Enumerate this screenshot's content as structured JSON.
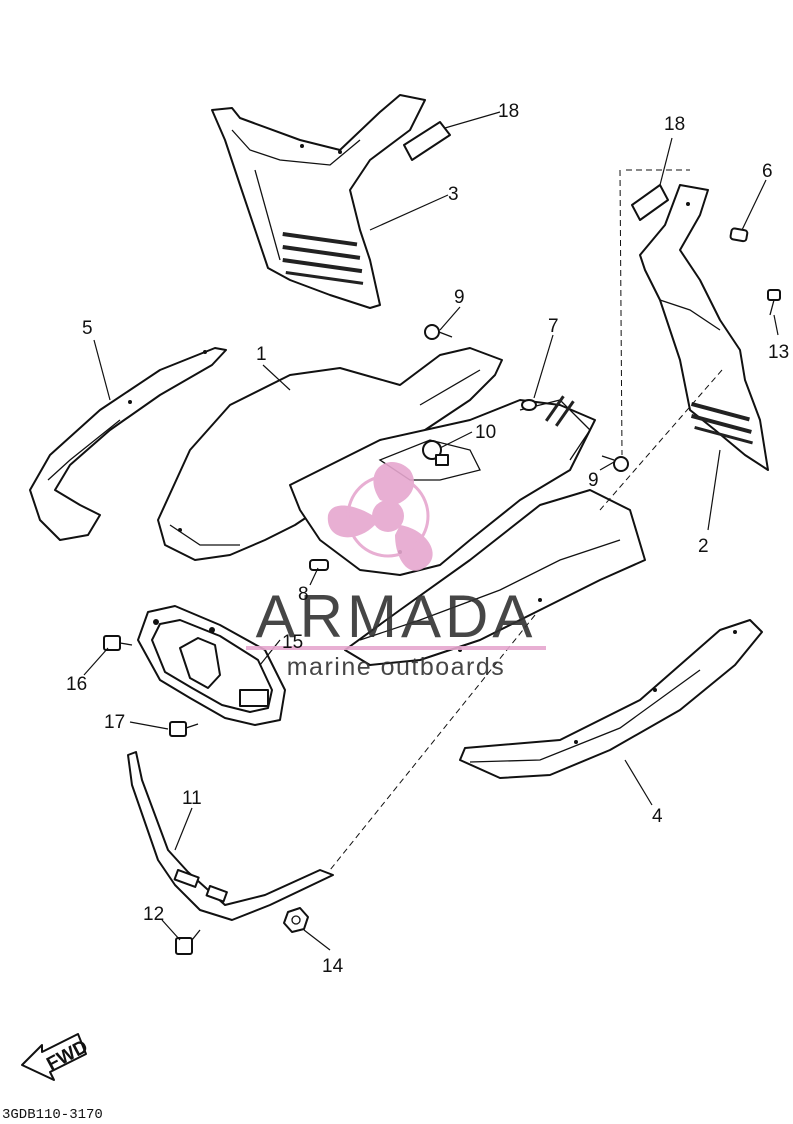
{
  "watermark": {
    "brand": "ARMADA",
    "tagline": "marine outboards",
    "brand_color": "#e6a7cf",
    "text_color": "#333333"
  },
  "direction_label": "FWD",
  "diagram_code": "3GDB110-3170",
  "callouts": [
    {
      "id": "1",
      "text": "1"
    },
    {
      "id": "2",
      "text": "2"
    },
    {
      "id": "3",
      "text": "3"
    },
    {
      "id": "4",
      "text": "4"
    },
    {
      "id": "5",
      "text": "5"
    },
    {
      "id": "6",
      "text": "6"
    },
    {
      "id": "7",
      "text": "7"
    },
    {
      "id": "8",
      "text": "8"
    },
    {
      "id": "9a",
      "text": "9"
    },
    {
      "id": "9b",
      "text": "9"
    },
    {
      "id": "10",
      "text": "10"
    },
    {
      "id": "11",
      "text": "11"
    },
    {
      "id": "12",
      "text": "12"
    },
    {
      "id": "13",
      "text": "13"
    },
    {
      "id": "14",
      "text": "14"
    },
    {
      "id": "15",
      "text": "15"
    },
    {
      "id": "16",
      "text": "16"
    },
    {
      "id": "17",
      "text": "17"
    },
    {
      "id": "18a",
      "text": "18"
    },
    {
      "id": "18b",
      "text": "18"
    }
  ]
}
